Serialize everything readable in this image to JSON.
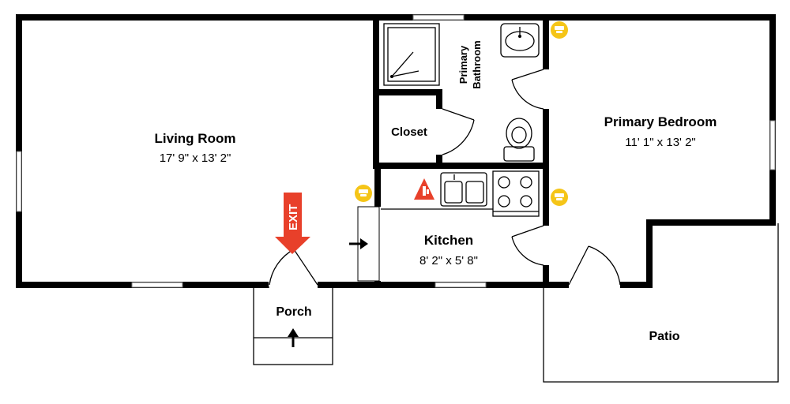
{
  "rooms": {
    "living_room": {
      "name": "Living Room",
      "dimensions": "17' 9\" x 13' 2\""
    },
    "primary_bedroom": {
      "name": "Primary Bedroom",
      "dimensions": "11' 1\" x 13' 2\""
    },
    "kitchen": {
      "name": "Kitchen",
      "dimensions": "8' 2\" x 5' 8\""
    },
    "primary_bathroom": {
      "name_line1": "Primary",
      "name_line2": "Bathroom"
    },
    "closet": {
      "name": "Closet"
    },
    "porch": {
      "name": "Porch"
    },
    "patio": {
      "name": "Patio"
    }
  },
  "exit_sign": {
    "text": "EXIT",
    "color": "#e8402a"
  },
  "colors": {
    "wall": "#000000",
    "smoke_detector": "#f5c518",
    "fire_extinguisher": "#e8402a"
  },
  "icons": [
    "smoke-detector-icon",
    "fire-extinguisher-icon",
    "exit-arrow-icon",
    "entry-arrow-icon"
  ]
}
